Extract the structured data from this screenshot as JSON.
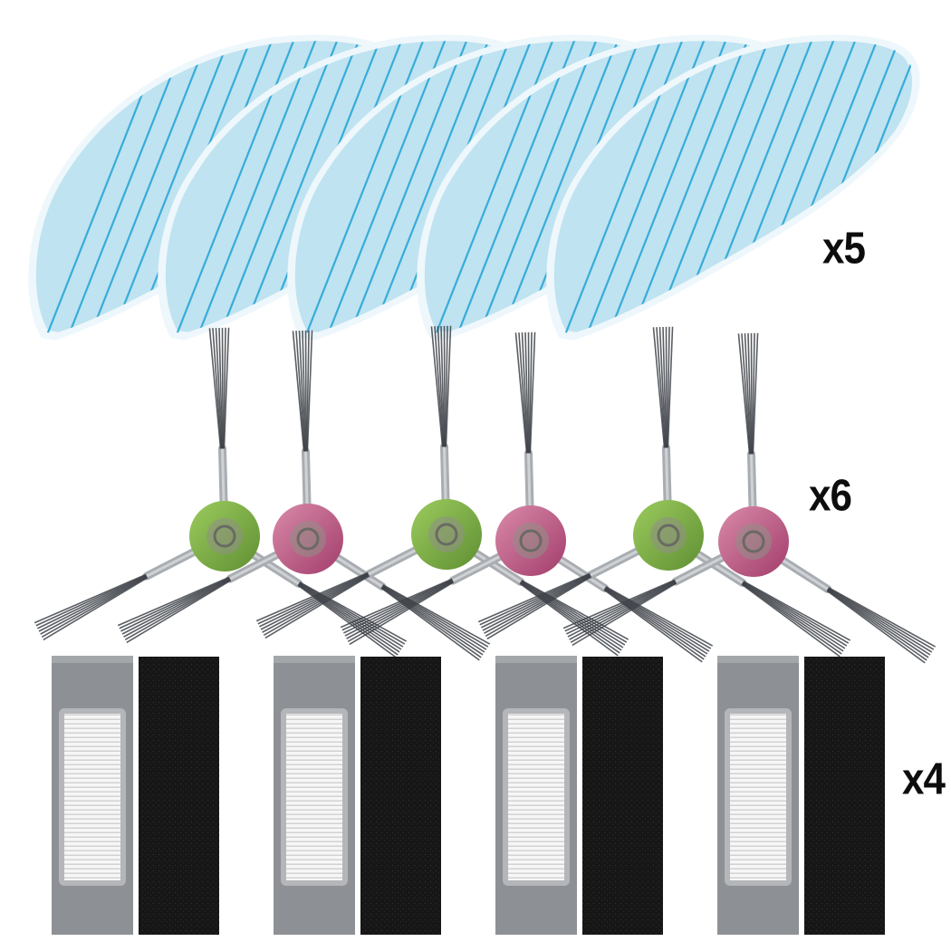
{
  "product_image": {
    "background": "#ffffff",
    "groups": [
      {
        "name": "mop-pads",
        "quantity_label": "x5",
        "count": 5,
        "colors": {
          "fabric": "#bfe3f0",
          "stripe": "#2aa6d6",
          "edge": "#eef7fb"
        }
      },
      {
        "name": "side-brushes",
        "quantity_label": "x6",
        "count": 6,
        "hub_colors": [
          "#7fb04a",
          "#c2668e",
          "#7fb04a",
          "#c2668e",
          "#7fb04a",
          "#c2668e"
        ],
        "colors": {
          "bristle": "#3e4248",
          "arm": "#a9adb2"
        }
      },
      {
        "name": "filter-sets",
        "quantity_label": "x4",
        "count": 4,
        "colors": {
          "housing": "#8d9094",
          "pleat": "#f4f4f4",
          "sponge": "#141414"
        }
      }
    ]
  }
}
